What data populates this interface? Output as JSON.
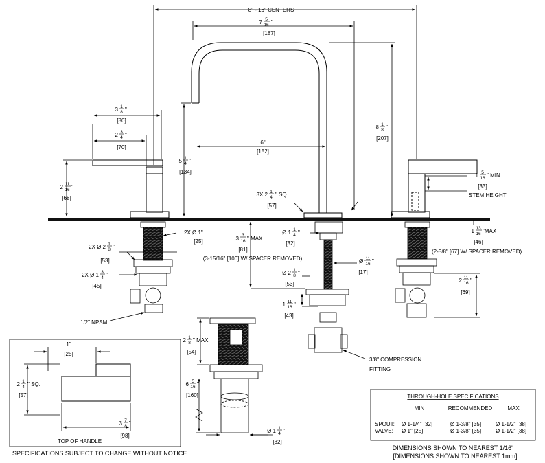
{
  "overall": {
    "centers_label": "8\" - 16\" CENTERS"
  },
  "spout": {
    "width": {
      "whole": "7",
      "num": "5",
      "den": "16",
      "unit": "\"",
      "mm": "[187]"
    },
    "height": {
      "whole": "8",
      "num": "1",
      "den": "8",
      "unit": "\"",
      "mm": "[207]"
    },
    "spout_height": {
      "whole": "5",
      "num": "1",
      "den": "4",
      "unit": "\"",
      "mm": "[134]"
    },
    "reach": {
      "text": "6\"",
      "mm": "[152]"
    },
    "base_square": {
      "prefix": "3X 2",
      "num": "1",
      "den": "4",
      "suffix": "\" SQ.",
      "mm": "[57]"
    },
    "shank_dia": {
      "prefix": "Ø 1",
      "num": "1",
      "den": "4",
      "unit": "\"",
      "mm": "[32]"
    },
    "max_deck": {
      "whole": "3",
      "num": "3",
      "den": "16",
      "suffix": "\" MAX",
      "mm": "[81]",
      "note": "(3-15/16\" [100] W/ SPACER REMOVED)"
    },
    "nut_dia": {
      "prefix": "Ø 2",
      "num": "1",
      "den": "8",
      "unit": "\"",
      "mm": "[53]"
    },
    "tube_dia": {
      "prefix": "Ø",
      "num": "11",
      "den": "16",
      "unit": "\"",
      "mm": "[17]"
    },
    "fitting_len": {
      "whole": "1",
      "num": "11",
      "den": "16",
      "unit": "\"",
      "mm": "[43]"
    },
    "compression": "3/8\" COMPRESSION",
    "fitting": "FITTING"
  },
  "left_valve": {
    "handle_len": {
      "whole": "3",
      "num": "1",
      "den": "8",
      "unit": "\"",
      "mm": "[80]"
    },
    "handle_len2": {
      "whole": "2",
      "num": "3",
      "den": "4",
      "unit": "\"",
      "mm": "[70]"
    },
    "height": {
      "whole": "2",
      "num": "11",
      "den": "16",
      "unit": "\"",
      "mm": "[68]"
    },
    "shank": {
      "prefix": "2X Ø 1\"",
      "mm": "[25]"
    },
    "nut": {
      "prefix": "2X Ø 2",
      "num": "1",
      "den": "8",
      "unit": "\"",
      "mm": "[53]"
    },
    "nut2": {
      "prefix": "2X Ø 1",
      "num": "3",
      "den": "4",
      "unit": "\"",
      "mm": "[45]"
    },
    "npsm": "1/2\" NPSM"
  },
  "right_valve": {
    "stem_min": {
      "whole": "1",
      "num": "5",
      "den": "16",
      "suffix": "\" MIN",
      "mm": "[33]"
    },
    "stem_label": "STEM HEIGHT",
    "max_deck": {
      "whole": "1",
      "num": "13",
      "den": "16",
      "suffix": "\"MAX",
      "mm": "[46]"
    },
    "spacer_note": "(2-5/8\" [67] W/ SPACER REMOVED)",
    "height": {
      "whole": "2",
      "num": "11",
      "den": "16",
      "unit": "\"",
      "mm": "[69]"
    }
  },
  "drain": {
    "max": {
      "whole": "2",
      "num": "1",
      "den": "8",
      "suffix": "\" MAX",
      "mm": "[54]"
    },
    "length": {
      "whole": "6",
      "num": "5",
      "den": "16",
      "unit": "\"",
      "mm": "[160]"
    },
    "dia": {
      "prefix": "Ø 1",
      "num": "1",
      "den": "4",
      "unit": "\"",
      "mm": "[32]"
    }
  },
  "handle_top": {
    "width": {
      "text": "1\"",
      "mm": "[25]"
    },
    "square": {
      "whole": "2",
      "num": "1",
      "den": "4",
      "suffix": "\" SQ.",
      "mm": "[57]"
    },
    "length": {
      "whole": "3",
      "num": "7",
      "den": "8",
      "unit": "\"",
      "mm": "[98]"
    },
    "caption": "TOP OF HANDLE"
  },
  "through_hole": {
    "title": "THROUGH-HOLE SPECIFICATIONS",
    "headers": [
      "MIN",
      "RECOMMENDED",
      "MAX"
    ],
    "rows": [
      {
        "label": "SPOUT:",
        "min": "Ø 1-1/4\" [32]",
        "rec": "Ø 1-3/8\" [35]",
        "max": "Ø 1-1/2\" [38]"
      },
      {
        "label": "VALVE:",
        "min": "Ø 1\" [25]",
        "rec": "Ø 1-3/8\" [35]",
        "max": "Ø 1-1/2\" [38]"
      }
    ]
  },
  "footer": {
    "left": "SPECIFICATIONS SUBJECT TO CHANGE WITHOUT NOTICE",
    "right1": "DIMENSIONS SHOWN TO NEAREST 1/16\"",
    "right2": "[DIMENSIONS SHOWN TO NEAREST 1mm]"
  }
}
